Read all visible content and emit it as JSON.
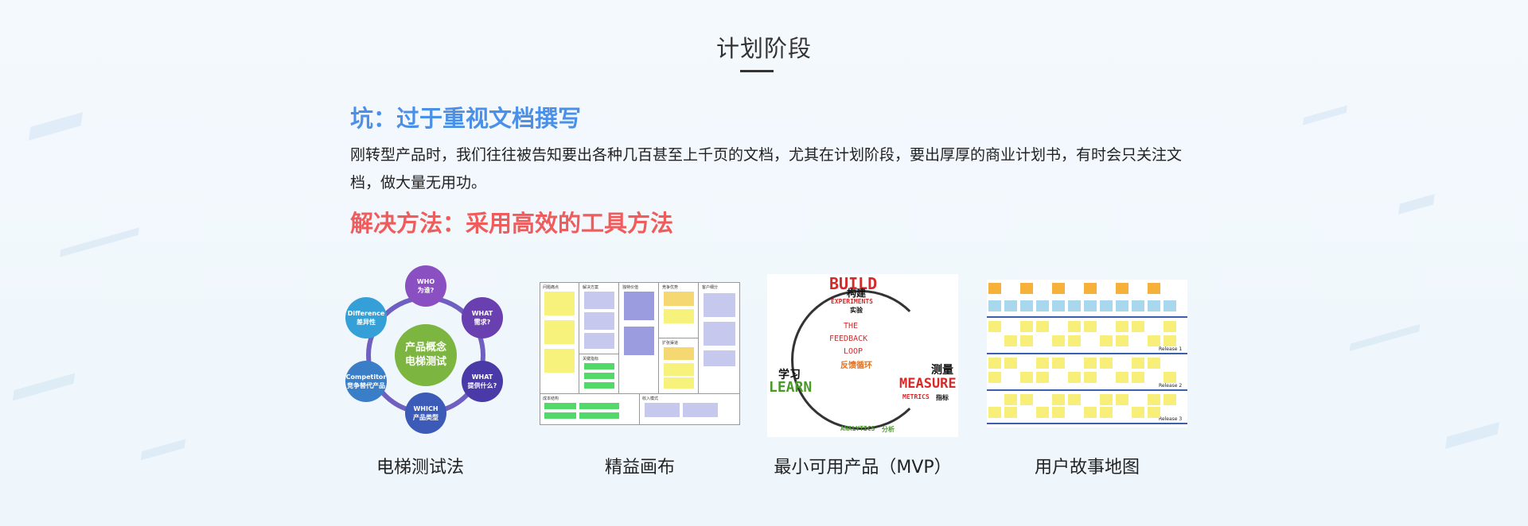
{
  "section": {
    "title": "计划阶段"
  },
  "pitfall": {
    "heading": "坑：过于重视文档撰写",
    "paragraph": "刚转型产品时，我们往往被告知要出各种几百甚至上千页的文档，尤其在计划阶段，要出厚厚的商业计划书，有时会只关注文档，做大量无用功。"
  },
  "solution": {
    "heading": "解决方法：采用高效的工具方法"
  },
  "methods": [
    {
      "caption": "电梯测试法"
    },
    {
      "caption": "精益画布"
    },
    {
      "caption": "最小可用产品（MVP）"
    },
    {
      "caption": "用户故事地图"
    }
  ],
  "elevator_diagram": {
    "center": [
      "产品概念",
      "电梯测试"
    ],
    "nodes": [
      {
        "en": "WHO",
        "zh": "为谁?",
        "color": "#8a4fc0"
      },
      {
        "en": "WHAT",
        "zh": "需求?",
        "color": "#6a3fb0"
      },
      {
        "en": "WHAT",
        "zh": "提供什么?",
        "color": "#4a3aa8"
      },
      {
        "en": "WHICH",
        "zh": "产品类型",
        "color": "#3c5bb8"
      },
      {
        "en": "Competitor",
        "zh": "竞争替代产品",
        "color": "#3a7ec8"
      },
      {
        "en": "Difference",
        "zh": "差异性",
        "color": "#35a0d8"
      }
    ]
  },
  "lean_canvas": {
    "labels": [
      "问题痛点",
      "解决方案",
      "独特价值",
      "竞争优势",
      "客户细分",
      "关键指标",
      "扩张渠道",
      "成本结构",
      "收入模式"
    ]
  },
  "mvp": {
    "build": "BUILD",
    "build_zh": "构建",
    "experiments": "EXPERIMENTS",
    "experiments_zh": "实验",
    "center": [
      "THE",
      "FEEDBACK",
      "LOOP"
    ],
    "center_zh": "反馈循环",
    "measure": "MEASURE",
    "measure_zh": "测量",
    "metrics": "METRICS",
    "metrics_zh": "指标",
    "learn": "LEARN",
    "learn_zh": "学习",
    "analytics": "ANALYTICS",
    "analytics_zh": "分析"
  },
  "story_map": {
    "releases": [
      "Release 1",
      "Release 2",
      "Release 3"
    ]
  }
}
